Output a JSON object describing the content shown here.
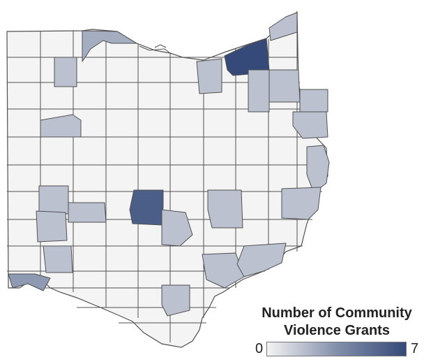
{
  "legend": {
    "title_line1": "Number of Community",
    "title_line2": "Violence Grants",
    "min_label": "0",
    "max_label": "7",
    "color_min": "#f4f4f4",
    "color_max": "#354a78"
  },
  "colors": {
    "border": "#505050",
    "zero": "#f4f4f4"
  },
  "county_grants": [
    {
      "id": "nw-williams",
      "value": 0
    },
    {
      "id": "lucas-toledo",
      "value": 2
    },
    {
      "id": "defiance",
      "value": 0
    },
    {
      "id": "henry",
      "value": 0
    },
    {
      "id": "wood",
      "value": 1
    },
    {
      "id": "fulton",
      "value": 0
    },
    {
      "id": "ottawa",
      "value": 0
    },
    {
      "id": "sandusky",
      "value": 0
    },
    {
      "id": "erie",
      "value": 1
    },
    {
      "id": "lorain",
      "value": 1
    },
    {
      "id": "cuyahoga-cleveland",
      "value": 7
    },
    {
      "id": "lake",
      "value": 1
    },
    {
      "id": "geauga",
      "value": 0
    },
    {
      "id": "ashtabula",
      "value": 0
    },
    {
      "id": "medina",
      "value": 0
    },
    {
      "id": "summit",
      "value": 1
    },
    {
      "id": "portage",
      "value": 1
    },
    {
      "id": "trumbull",
      "value": 1
    },
    {
      "id": "mahoning",
      "value": 1
    },
    {
      "id": "allen",
      "value": 1
    },
    {
      "id": "stark",
      "value": 0
    },
    {
      "id": "columbiana",
      "value": 0
    },
    {
      "id": "jefferson",
      "value": 1
    },
    {
      "id": "darke",
      "value": 0
    },
    {
      "id": "miami",
      "value": 0
    },
    {
      "id": "champaign",
      "value": 0
    },
    {
      "id": "clark",
      "value": 1
    },
    {
      "id": "montgomery-dayton",
      "value": 1
    },
    {
      "id": "greene",
      "value": 0
    },
    {
      "id": "butler",
      "value": 1
    },
    {
      "id": "warren",
      "value": 1
    },
    {
      "id": "hamilton-cincinnati",
      "value": 3
    },
    {
      "id": "clermont",
      "value": 0
    },
    {
      "id": "franklin-columbus",
      "value": 6
    },
    {
      "id": "fairfield",
      "value": 1
    },
    {
      "id": "muskingum",
      "value": 1
    },
    {
      "id": "guernsey",
      "value": 0
    },
    {
      "id": "belmont",
      "value": 1
    },
    {
      "id": "athens",
      "value": 1
    },
    {
      "id": "washington",
      "value": 1
    },
    {
      "id": "scioto",
      "value": 1
    },
    {
      "id": "other-central",
      "value": 0
    },
    {
      "id": "other-north-central",
      "value": 0
    },
    {
      "id": "other-east",
      "value": 0
    },
    {
      "id": "other-south",
      "value": 0
    },
    {
      "id": "other-southwest",
      "value": 0
    },
    {
      "id": "other-west",
      "value": 0
    }
  ]
}
